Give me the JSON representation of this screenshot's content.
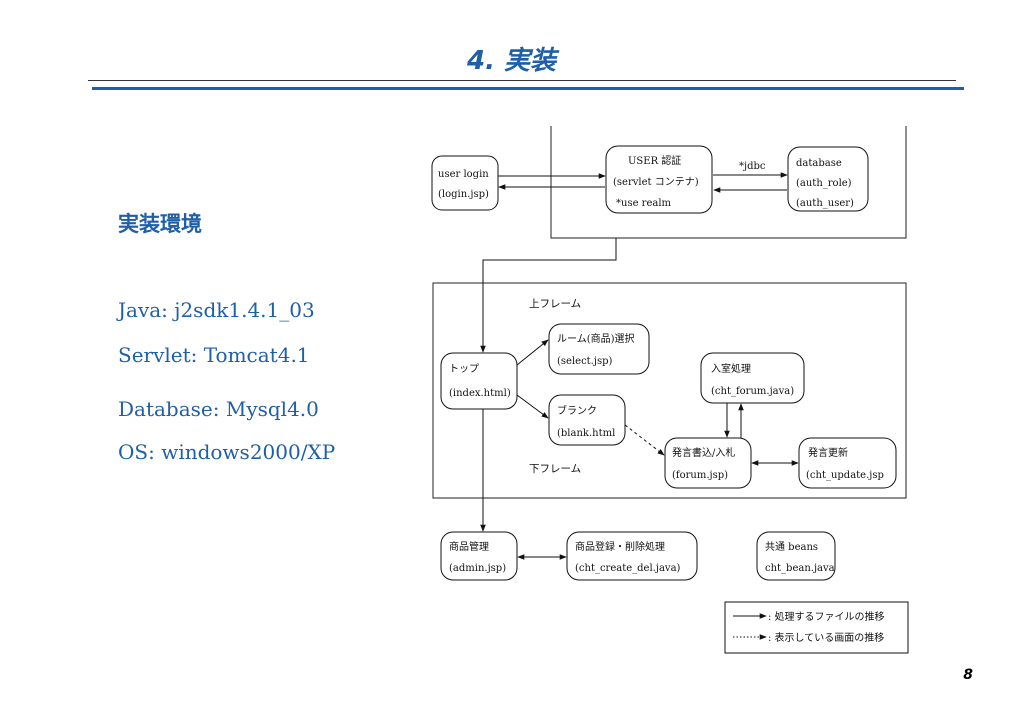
{
  "slide": {
    "title": "4. 実装",
    "page_number": "8"
  },
  "environment": {
    "heading": "実装環境",
    "items": [
      "Java: j2sdk1.4.1_03",
      "Servlet: Tomcat4.1",
      "Database: Mysql4.0",
      "OS: windows2000/XP"
    ]
  },
  "diagram": {
    "nodes": {
      "user_login": [
        "user login",
        "(login.jsp)"
      ],
      "user_auth": [
        "USER 認証",
        "(servlet コンテナ)",
        "*use realm"
      ],
      "database": [
        "database",
        "(auth_role)",
        "(auth_user)"
      ],
      "top": [
        "トップ",
        "(index.html)"
      ],
      "room_select": [
        "ルーム(商品)選択",
        "(select.jsp)"
      ],
      "blank": [
        "ブランク",
        "(blank.html"
      ],
      "enter": [
        "入室処理",
        "(cht_forum.java)"
      ],
      "post": [
        "発言書込/入札",
        "(forum.jsp)"
      ],
      "update": [
        "発言更新",
        "(cht_update.jsp"
      ],
      "product_admin": [
        "商品管理",
        "(admin.jsp)"
      ],
      "product_reg": [
        "商品登録・削除処理",
        "(cht_create_del.java)"
      ],
      "common_beans": [
        "共通 beans",
        "cht_bean.java"
      ]
    },
    "labels": {
      "jdbc": "*jdbc",
      "upper_frame": "上フレーム",
      "lower_frame": "下フレーム"
    },
    "legend": {
      "solid": ": 処理するファイルの推移",
      "dotted": ": 表示している画面の推移"
    }
  }
}
